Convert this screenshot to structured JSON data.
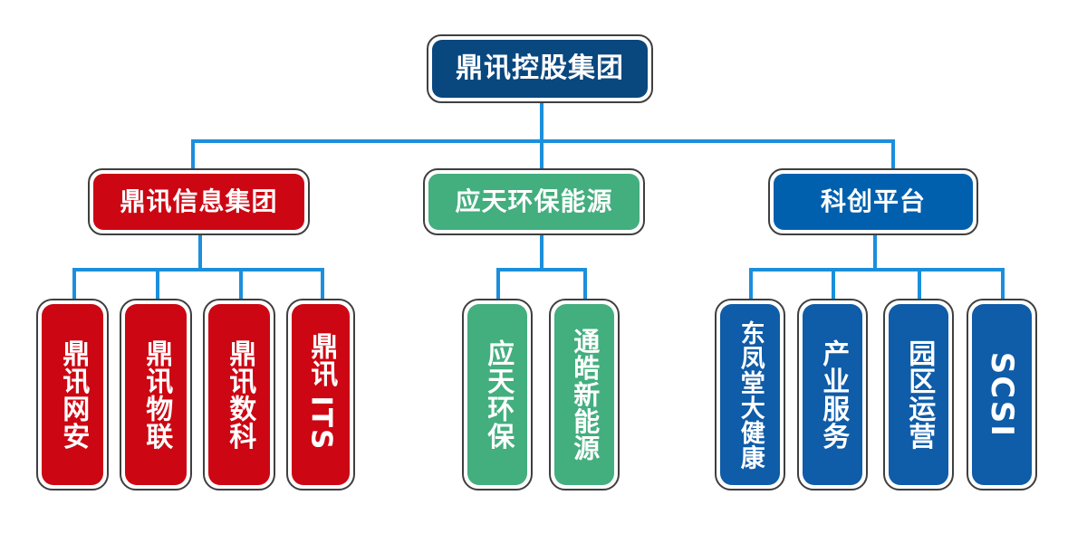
{
  "colors": {
    "root_fill": "#09477f",
    "info_red": "#cc0612",
    "energy_green": "#43ae7e",
    "platform_blue": "#0060ae",
    "leaf_blue": "#0f5ca8",
    "connector": "#1b8fdc",
    "box_border": "#3f3f3f",
    "label_text": "#ffffff",
    "page_background": "#ffffff"
  },
  "chart_data": {
    "type": "diagram",
    "diagram_kind": "organization-chart",
    "title": "",
    "root": {
      "label": "鼎讯控股集团",
      "fill": "#09477f",
      "orientation": "horizontal"
    },
    "branches": [
      {
        "label": "鼎讯信息集团",
        "fill": "#cc0612",
        "orientation": "horizontal",
        "children": [
          {
            "label": "鼎讯网安",
            "fill": "#cc0612",
            "orientation": "vertical-cjk",
            "chars": 4
          },
          {
            "label": "鼎讯物联",
            "fill": "#cc0612",
            "orientation": "vertical-cjk",
            "chars": 4
          },
          {
            "label": "鼎讯数科",
            "fill": "#cc0612",
            "orientation": "vertical-cjk",
            "chars": 4
          },
          {
            "label": "鼎讯ITS",
            "fill": "#cc0612",
            "orientation": "vertical-mixed",
            "chars": 5
          }
        ]
      },
      {
        "label": "应天环保能源",
        "fill": "#43ae7e",
        "orientation": "horizontal",
        "children": [
          {
            "label": "应天环保",
            "fill": "#43ae7e",
            "orientation": "vertical-cjk",
            "chars": 4
          },
          {
            "label": "通皓新能源",
            "fill": "#43ae7e",
            "orientation": "vertical-cjk",
            "chars": 5
          }
        ]
      },
      {
        "label": "科创平台",
        "fill": "#0060ae",
        "orientation": "horizontal",
        "children": [
          {
            "label": "东凤堂大健康",
            "fill": "#0f5ca8",
            "orientation": "vertical-cjk",
            "chars": 6
          },
          {
            "label": "产业服务",
            "fill": "#0f5ca8",
            "orientation": "vertical-cjk",
            "chars": 4
          },
          {
            "label": "园区运营",
            "fill": "#0f5ca8",
            "orientation": "vertical-cjk",
            "chars": 4
          },
          {
            "label": "SCSI",
            "fill": "#0f5ca8",
            "orientation": "rotated-latin",
            "chars": 4
          }
        ]
      }
    ],
    "counts": {
      "levels": 3,
      "level1_nodes": 3,
      "level2_nodes": 10,
      "total_nodes": 14
    }
  },
  "nodes": {
    "root": {
      "label": "鼎讯控股集团"
    },
    "b1": {
      "label": "鼎讯信息集团"
    },
    "b2": {
      "label": "应天环保能源"
    },
    "b3": {
      "label": "科创平台"
    },
    "b1c1": {
      "label": "鼎讯网安"
    },
    "b1c2": {
      "label": "鼎讯物联"
    },
    "b1c3": {
      "label": "鼎讯数科"
    },
    "b1c4_cjk": {
      "label": "鼎讯"
    },
    "b1c4_latin": {
      "label": "ITS"
    },
    "b2c1": {
      "label": "应天环保"
    },
    "b2c2": {
      "label": "通皓新能源"
    },
    "b3c1": {
      "label": "东凤堂大健康"
    },
    "b3c2": {
      "label": "产业服务"
    },
    "b3c3": {
      "label": "园区运营"
    },
    "b3c4": {
      "label": "SCSI"
    }
  }
}
